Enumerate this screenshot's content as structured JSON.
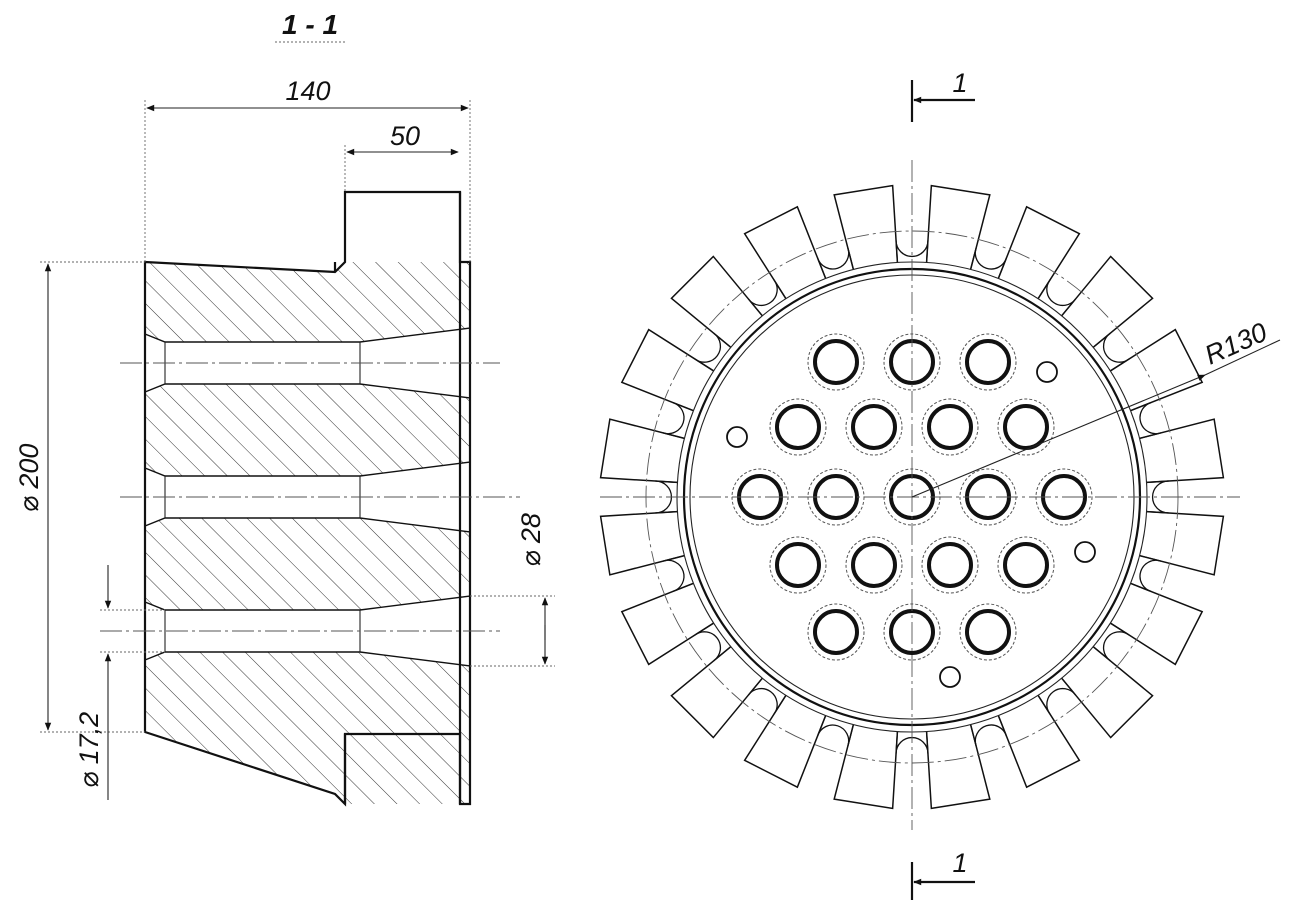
{
  "section_title": "1 - 1",
  "dimensions": {
    "overall_length": "140",
    "flange_width": "50",
    "outer_diameter": "⌀ 200",
    "hole_diameter_large": "⌀ 28",
    "hole_diameter_small": "⌀ 17,2",
    "radius": "R130"
  },
  "section_marks": {
    "top": "1",
    "bottom": "1"
  },
  "colors": {
    "ink": "#111111",
    "paper": "#ffffff"
  }
}
